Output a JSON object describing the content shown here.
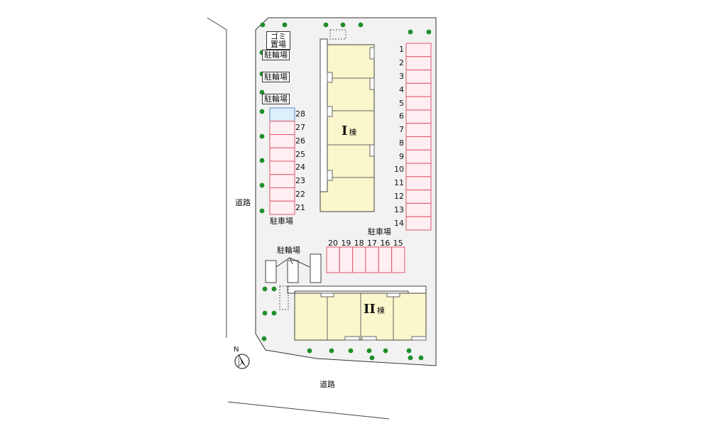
{
  "map": {
    "colors": {
      "lot": "#f2f2f2",
      "building": "#fbf7cc",
      "parking_fill": "#ffeef2",
      "parking_stroke": "#e0566c",
      "special_fill": "#dbeffc",
      "special_stroke": "#5c8fc6",
      "tree": "#1e8f2a"
    },
    "roads": {
      "west": "道路",
      "south": "道路"
    },
    "compass": {
      "north_letter": "N"
    },
    "facilities": {
      "garbage": [
        "ゴミ",
        "置場"
      ],
      "bike_parking": [
        "駐輪場",
        "駐輪場",
        "駐輪場"
      ],
      "bike_parking_south": "駐輪場",
      "parking_west": "駐車場",
      "parking_center": "駐車場"
    },
    "buildings": [
      {
        "numeral": "I",
        "suffix": "棟"
      },
      {
        "numeral": "II",
        "suffix": "棟"
      }
    ],
    "parking": {
      "east": [
        "1",
        "2",
        "3",
        "4",
        "5",
        "6",
        "7",
        "8",
        "9",
        "10",
        "11",
        "12",
        "13",
        "14"
      ],
      "south_row": [
        "20",
        "19",
        "18",
        "17",
        "16",
        "15"
      ],
      "west": [
        "28",
        "27",
        "26",
        "25",
        "24",
        "23",
        "22",
        "21"
      ]
    }
  }
}
